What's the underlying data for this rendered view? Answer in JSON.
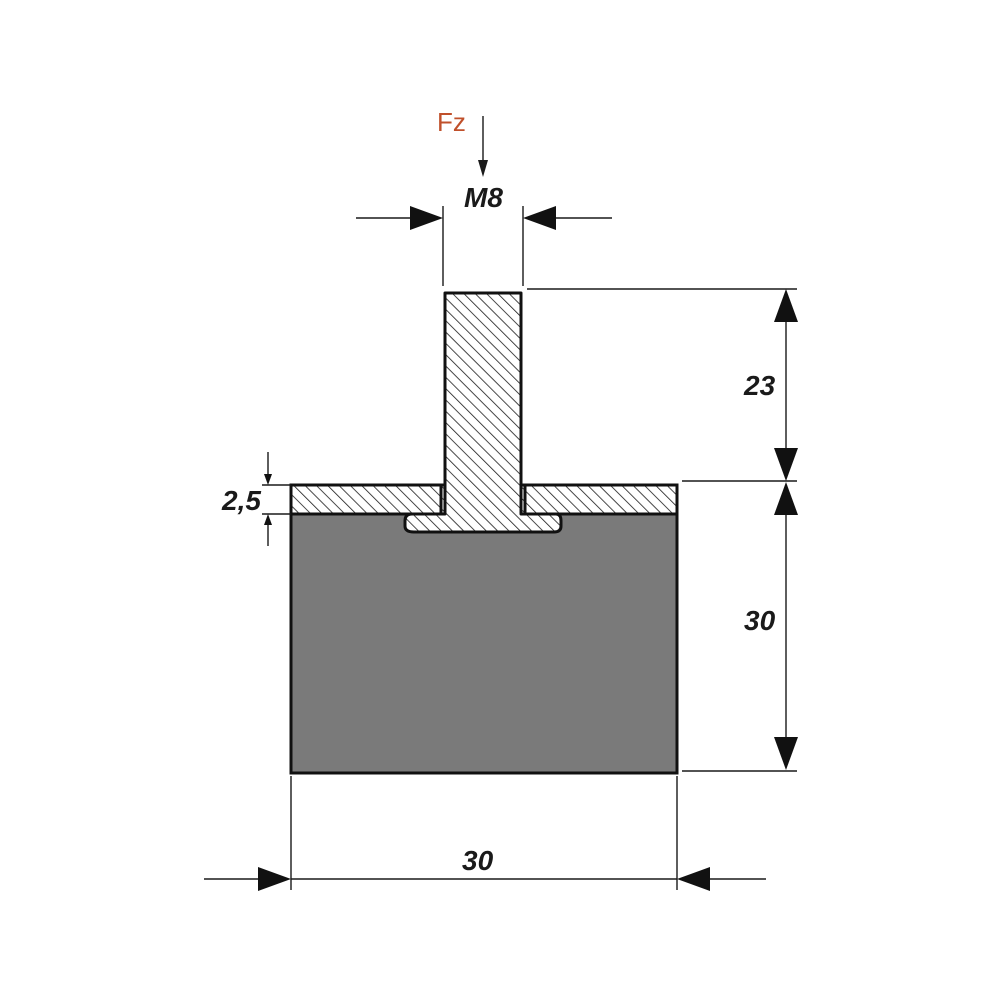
{
  "drawing": {
    "force_label": "Fz",
    "thread_label": "M8",
    "stud_length_label": "23",
    "body_height_label": "30",
    "body_width_label": "30",
    "plate_thickness_label": "2,5"
  },
  "colors": {
    "rubber_body": "#7a7a7a",
    "hatching": "#1a1a1a",
    "force_label": "#c0502b",
    "lines": "#1a1a1a"
  }
}
